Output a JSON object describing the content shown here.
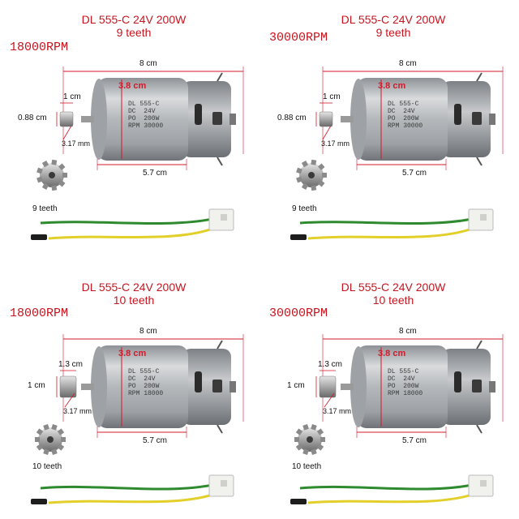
{
  "panels": [
    {
      "title_line1": "DL 555-C 24V 200W",
      "title_line2": "9 teeth",
      "rpm": "18000RPM",
      "length": "8 cm",
      "diameter": "3.8 cm",
      "shaft_len": "1 cm",
      "gear_width": "0.88 cm",
      "shaft_dia": "3.17 mm",
      "body_len": "5.7 cm",
      "gear_caption": "9 teeth",
      "print": "DL 555-C\nDC  24V\nPO  200W\nRPM 30000"
    },
    {
      "title_line1": "DL 555-C 24V 200W",
      "title_line2": "9 teeth",
      "rpm": "30000RPM",
      "length": "8 cm",
      "diameter": "3.8 cm",
      "shaft_len": "1 cm",
      "gear_width": "0.88 cm",
      "shaft_dia": "3.17 mm",
      "body_len": "5.7 cm",
      "gear_caption": "9 teeth",
      "print": "DL 555-C\nDC  24V\nPO  200W\nRPM 30000"
    },
    {
      "title_line1": "DL 555-C 24V 200W",
      "title_line2": "10 teeth",
      "rpm": "18000RPM",
      "length": "8 cm",
      "diameter": "3.8 cm",
      "shaft_len": "1.3 cm",
      "gear_width": "1 cm",
      "shaft_dia": "3.17 mm",
      "body_len": "5.7 cm",
      "gear_caption": "10 teeth",
      "print": "DL 555-C\nDC  24V\nPO  200W\nRPM 18000"
    },
    {
      "title_line1": "DL 555-C 24V 200W",
      "title_line2": "10 teeth",
      "rpm": "30000RPM",
      "length": "8 cm",
      "diameter": "3.8 cm",
      "shaft_len": "1.3 cm",
      "gear_width": "1 cm",
      "shaft_dia": "3.17 mm",
      "body_len": "5.7 cm",
      "gear_caption": "10 teeth",
      "print": "DL 555-C\nDC  24V\nPO  200W\nRPM 18000"
    }
  ],
  "colors": {
    "title_red": "#c8141e",
    "dimension_red": "#d6182a",
    "motor_silver": "#b9bcbf",
    "wire_green": "#2e8a2e",
    "wire_yellow": "#e3cf2a",
    "connector_white": "#f1f1ee"
  }
}
